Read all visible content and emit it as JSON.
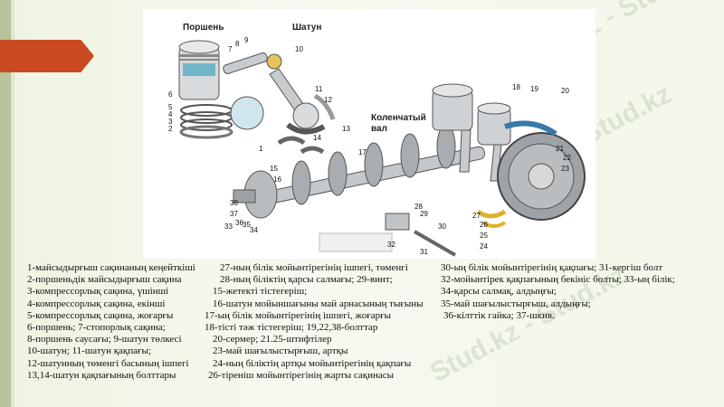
{
  "diagram": {
    "label_porshen": "Поршень",
    "label_shatun": "Шатун",
    "label_kolen": "Коленчатый вал",
    "callouts": [
      "1",
      "2",
      "3",
      "4",
      "5",
      "6",
      "7",
      "8",
      "9",
      "10",
      "11",
      "12",
      "13",
      "14",
      "15",
      "16",
      "17",
      "18",
      "19",
      "20",
      "21",
      "22",
      "23",
      "24",
      "25",
      "26",
      "27",
      "28",
      "29",
      "30",
      "31",
      "32",
      "33",
      "34",
      "35",
      "36",
      "37",
      "38"
    ],
    "watermark": "Stud.kz - Stud.kz"
  },
  "legend": {
    "rows": [
      {
        "c1": "1-майсыдырғыш сақинаның кеңейткіші",
        "c2": "27-ның білік мойынтірегінің ішпегі, төменгі",
        "c3": "30-ың білік мойынтірегінің қақпағы; 31-кергіш болт"
      },
      {
        "c1": "2-поршеньдік майсыдырғыш сақина",
        "c2": "28-ның біліктің қарсы салмағы; 29-винт;",
        "c3": "32-мойынтірек қақпағының бекініс болты; 33-ың білік;"
      },
      {
        "c1": "3-компрессорлық сақина, үшінші",
        "c2": "15-жетекті тістегеріш;",
        "c3": "34-қарсы салмақ, алдыңғы;"
      },
      {
        "c1": "4-компрессорлық сақина, екінші",
        "c2": "16-шатун мойыншағыны май арнасының тығыны",
        "c3": "35-май шағылыстырғыш, алдыңғы;"
      },
      {
        "c1": "5-компрессорлық сақина, жоғарғы",
        "c2": "17-ың білік мойынтірегінің ішпегі, жоғарғы",
        "c3": "36-кілттік гайка; 37-шкив."
      },
      {
        "c1": "6-поршень;  7-стопорлық сақина;",
        "c2": "18-тісті тәж тістегеріш;  19,22,38-болттар",
        "c3": ""
      },
      {
        "c1": "8-поршень саусағы;  9-шатун төлкесі",
        "c2": "20-сермер; 21.25-штифтілер",
        "c3": ""
      },
      {
        "c1": "10-шатун;  11-шатун қақпағы;",
        "c2": "23-май шағылыстырғыш, артқы",
        "c3": ""
      },
      {
        "c1": "12-шатунның төменгі басының ішпегі",
        "c2": "24-ның біліктің артқы мойынтірегінің қақпағы",
        "c3": ""
      },
      {
        "c1": "13,14-шатун қақпағының болттары",
        "c2": "26-тіреніш мойынтірегінің жарты сақинасы",
        "c3": ""
      }
    ]
  }
}
